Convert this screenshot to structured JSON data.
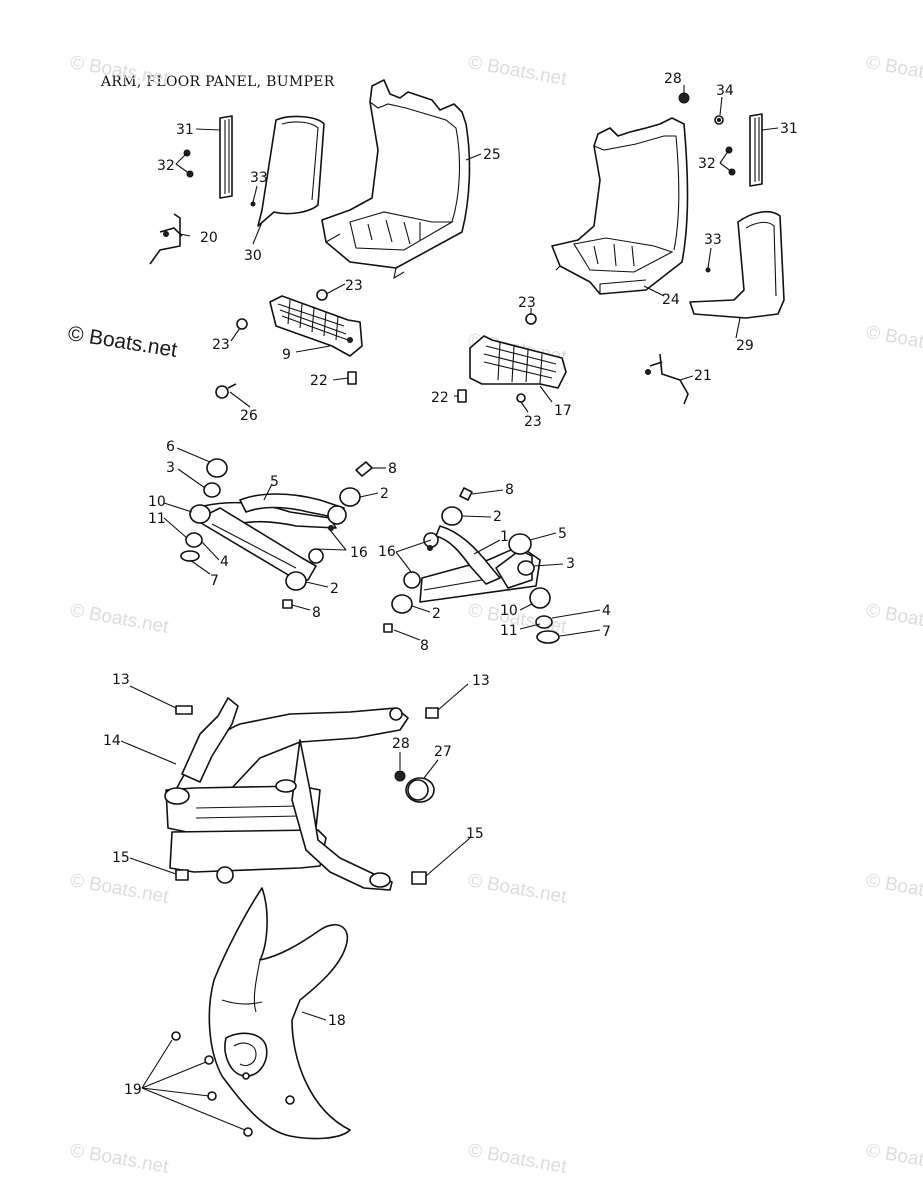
{
  "title": "ARM, FLOOR PANEL, BUMPER",
  "watermark": "© Boats.net",
  "callouts": {
    "c1": "1",
    "c2": "2",
    "c3": "3",
    "c4": "4",
    "c5": "5",
    "c6": "6",
    "c7": "7",
    "c8": "8",
    "c9": "9",
    "c10": "10",
    "c11": "11",
    "c13": "13",
    "c14": "14",
    "c15": "15",
    "c16": "16",
    "c17": "17",
    "c18": "18",
    "c19": "19",
    "c20": "20",
    "c21": "21",
    "c22": "22",
    "c23": "23",
    "c24": "24",
    "c25": "25",
    "c26": "26",
    "c27": "27",
    "c28": "28",
    "c29": "29",
    "c30": "30",
    "c31": "31",
    "c32": "32",
    "c33": "33",
    "c34": "34"
  },
  "colors": {
    "line": "#111111",
    "background": "#ffffff",
    "watermark": "#dcdcdc"
  }
}
